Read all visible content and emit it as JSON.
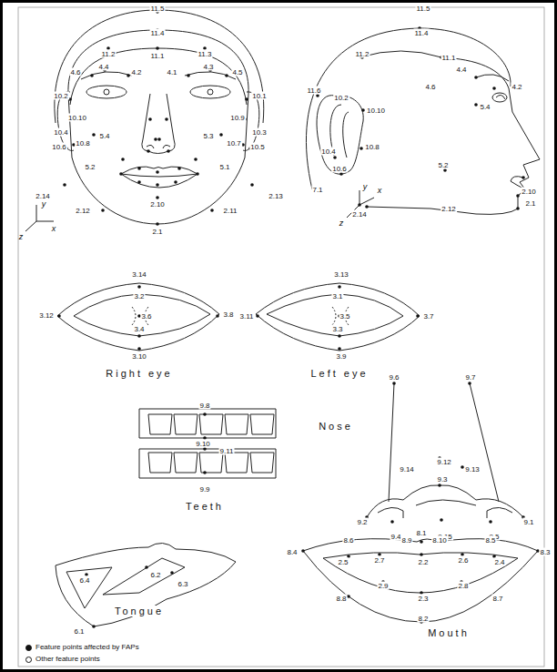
{
  "diagram": {
    "labels": [
      "11.5",
      "11.4",
      "11.2",
      "11.1",
      "11.3",
      "4.6",
      "4.4",
      "4.2",
      "4.1",
      "4.3",
      "4.5",
      "10.2",
      "10.1",
      "10.10",
      "10.9",
      "10.4",
      "10.3",
      "5.4",
      "5.3",
      "10.6",
      "10.8",
      "10.7",
      "10.5",
      "5.2",
      "5.1",
      "2.14",
      "2.13",
      "2.10",
      "2.12",
      "2.11",
      "2.1",
      "y",
      "x",
      "z",
      "11.5",
      "11.4",
      "11.2",
      "11.1",
      "4.4",
      "4.6",
      "4.2",
      "11.6",
      "10.2",
      "10.10",
      "5.4",
      "10.4",
      "10.8",
      "10.6",
      "5.2",
      "7.1",
      "2.10",
      "2.1",
      "2.14",
      "2.12",
      "y",
      "x",
      "z",
      "3.14",
      "3.2",
      "3.6",
      "3.12",
      "3.4",
      "3.8",
      "3.10",
      "Right eye",
      "3.13",
      "3.1",
      "3.5",
      "3.11",
      "3.3",
      "3.7",
      "3.9",
      "Left eye",
      "9.8",
      "9.10",
      "9.11",
      "9.9",
      "Teeth",
      "Nose",
      "9.6",
      "9.7",
      "9.12",
      "9.14",
      "9.13",
      "9.3",
      "9.2",
      "9.1",
      "9.4",
      "9.15",
      "9.5",
      "6.4",
      "6.2",
      "6.3",
      "6.1",
      "Tongue",
      "8.4",
      "8.6",
      "8.9",
      "8.1",
      "8.10",
      "8.5",
      "8.3",
      "2.5",
      "2.7",
      "2.2",
      "2.6",
      "2.4",
      "2.9",
      "2.3",
      "2.8",
      "8.8",
      "8.7",
      "8.2",
      "Mouth"
    ],
    "legend": [
      {
        "text": "Feature points affected by FAPs"
      },
      {
        "text": "Other feature points"
      }
    ]
  }
}
